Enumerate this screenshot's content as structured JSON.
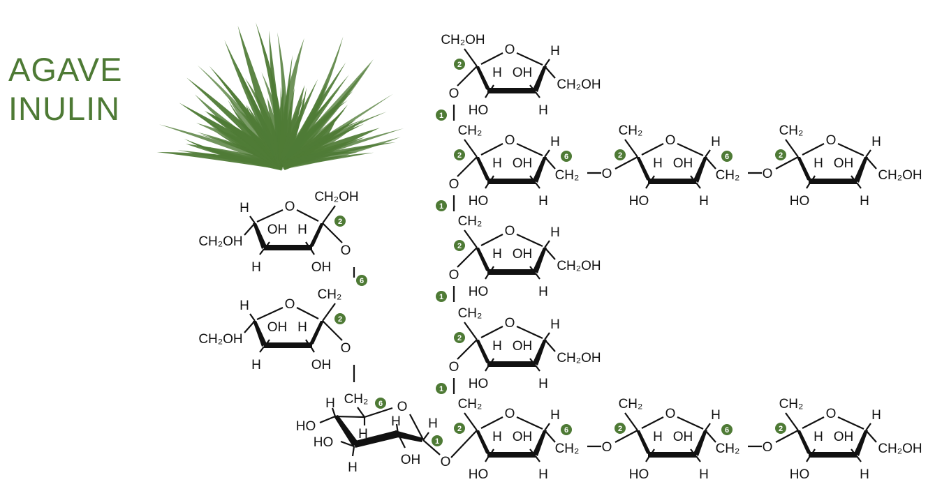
{
  "title": {
    "line1": "AGAVE",
    "line2": "INULIN"
  },
  "labels": {
    "ch2oh": "CH₂OH",
    "ch2": "CH₂",
    "oh": "OH",
    "ho": "HO",
    "h": "H",
    "o": "O"
  },
  "carbon_numbers": {
    "c1": "1",
    "c2": "2",
    "c6": "6"
  },
  "colors": {
    "accent": "#4e7a35",
    "plant": "#4f7b36",
    "ink": "#111111"
  }
}
